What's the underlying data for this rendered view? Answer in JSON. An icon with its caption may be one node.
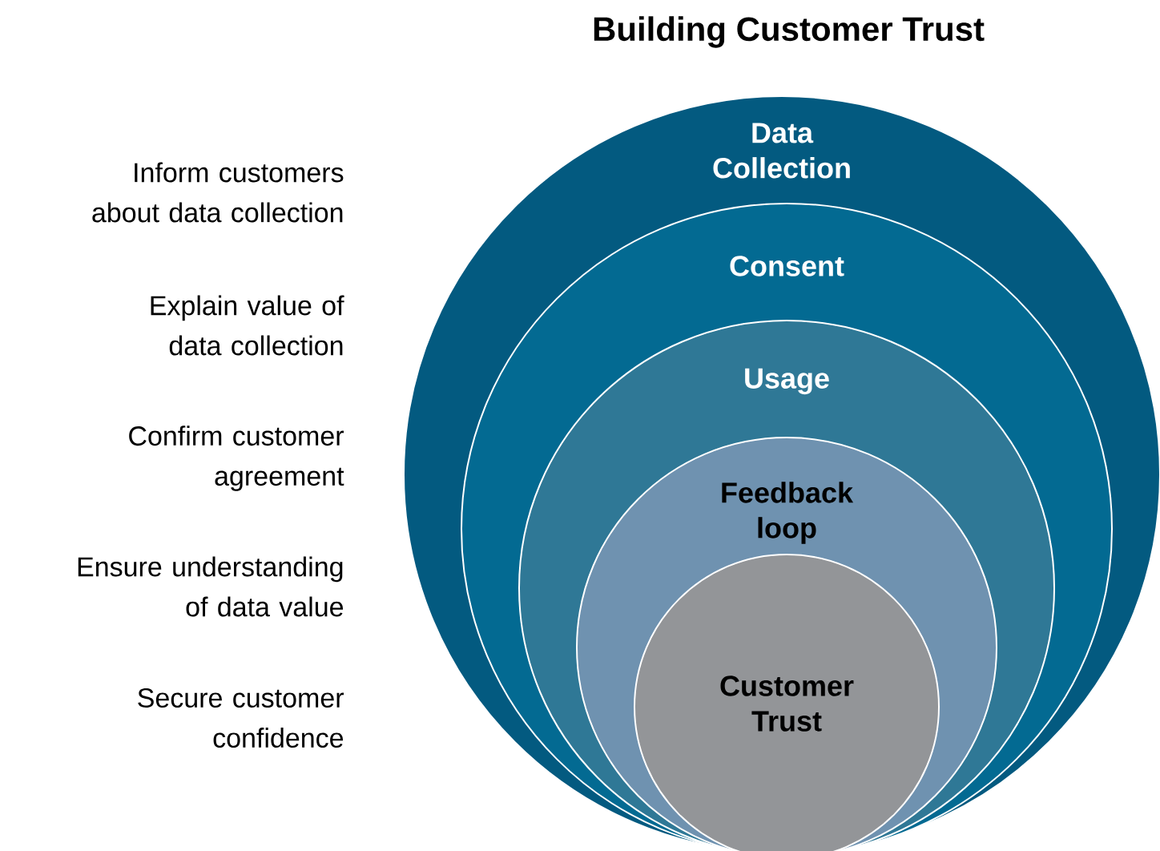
{
  "diagram": {
    "title": "Building Customer Trust",
    "nodes": [
      {
        "text": [
          "Data Collection"
        ]
      },
      {
        "text": [
          "Consent"
        ],
        "in": 0
      },
      {
        "text": [
          "Usage"
        ],
        "in": 1
      },
      {
        "text": [
          "Feedback loop"
        ],
        "in": 2
      },
      {
        "text": [
          "Customer Trust"
        ],
        "in": 3
      }
    ],
    "labels": [
      "Inform customers about data collection",
      "Explain value of data collection",
      "Confirm customer agreement",
      "Ensure understanding of data value",
      "Secure customer confidence"
    ]
  }
}
